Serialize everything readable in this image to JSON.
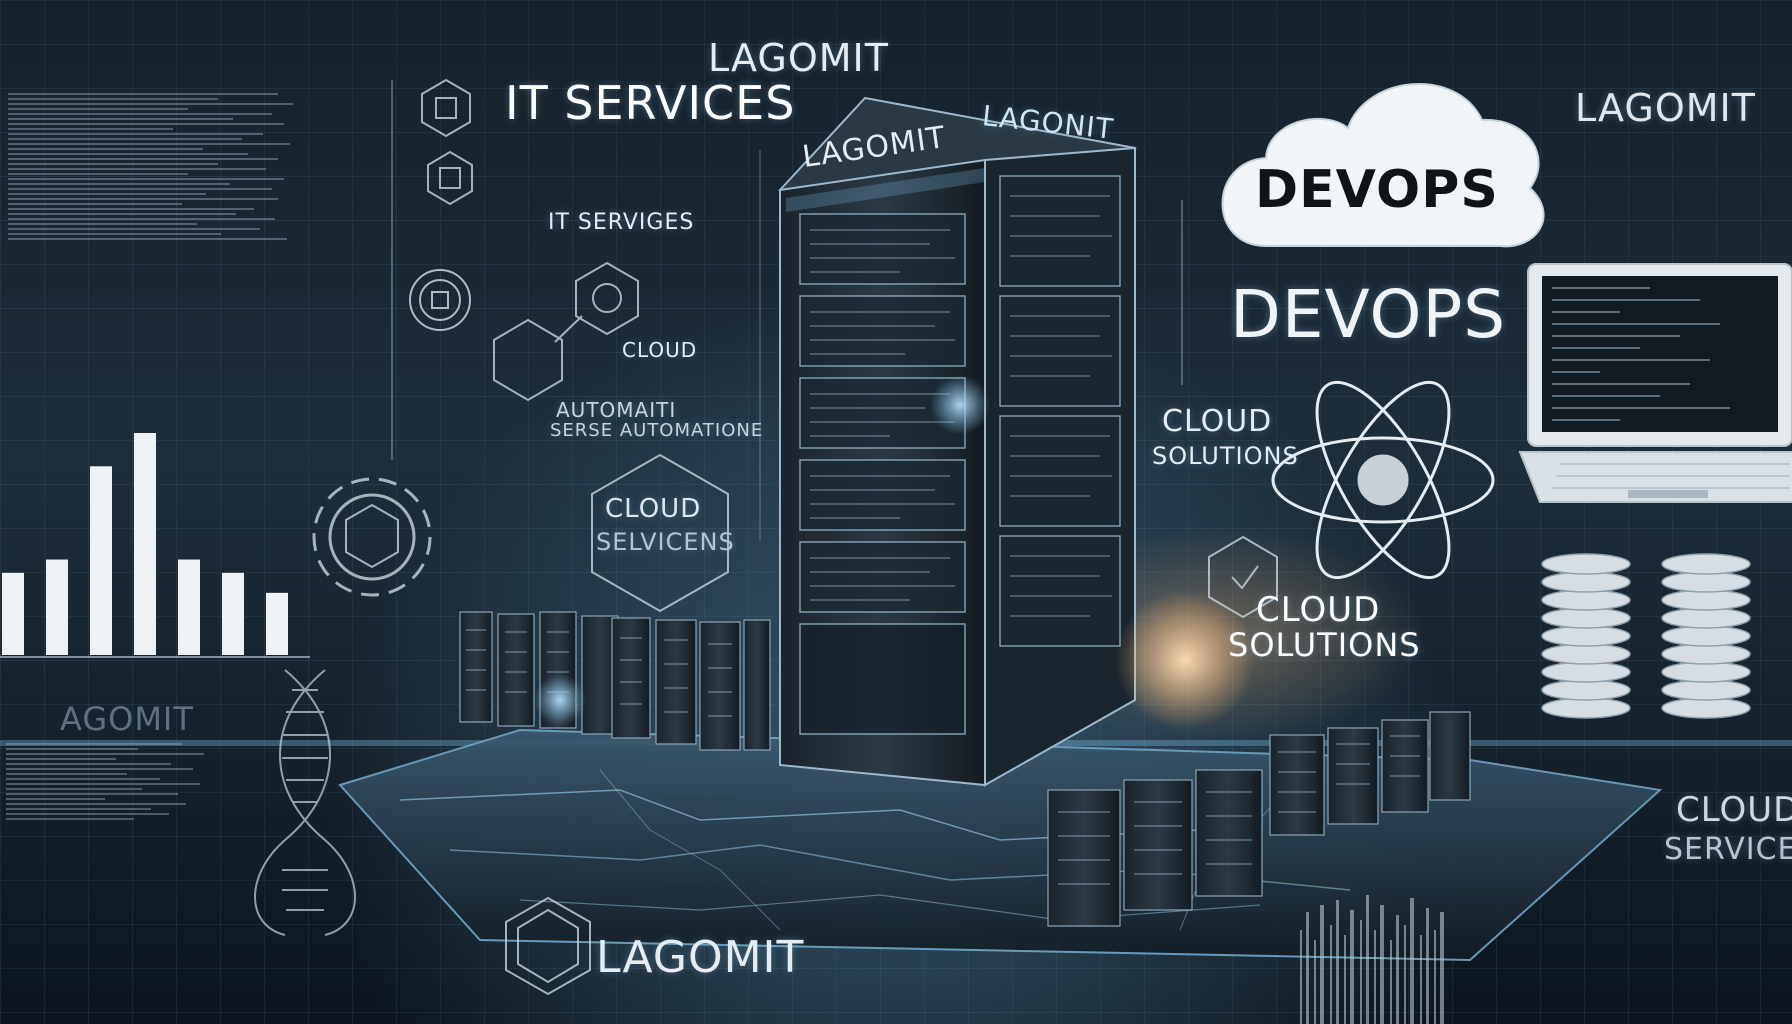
{
  "labels": {
    "brand_top": "LAGOMIT",
    "it_services_title": "IT SERVICES",
    "it_services_small": "IT SERVIGES",
    "cloud_small": "CLOUD",
    "automation_a": "AUTOMAITI",
    "automation_b": "SERSE AUTOMATIONE",
    "cloud_services_a": "CLOUD",
    "cloud_services_b": "SELVICENS",
    "rack_sign_left": "LAGOMIT",
    "rack_sign_right": "LAGONIT",
    "devops_cloud": "DEVOPS",
    "devops_large": "DEVOPS",
    "brand_right": "LAGOMIT",
    "cloud_solutions_a1": "CLOUD",
    "cloud_solutions_a2": "SOLUTIONS",
    "cloud_solutions_b1": "CLOUD",
    "cloud_solutions_b2": "SOLUTIONS",
    "cloud_service_1": "CLOUD",
    "cloud_service_2": "SERVICE",
    "lagomit_bottom": "LAGOMIT",
    "lagomit_faded": "AGOMIT"
  },
  "bar_chart": {
    "values": [
      0.37,
      0.43,
      0.85,
      1.0,
      0.43,
      0.37,
      0.28
    ]
  },
  "colors": {
    "accent_glow": "#7fc4ec",
    "warm_glow": "#ffb36a",
    "text": "#e6edf2"
  },
  "icons": [
    "cloud-icon",
    "atom-icon",
    "gear-icon",
    "hexagon-icon",
    "laptop-icon",
    "database-stack-icon",
    "dna-icon",
    "server-rack-icon"
  ]
}
